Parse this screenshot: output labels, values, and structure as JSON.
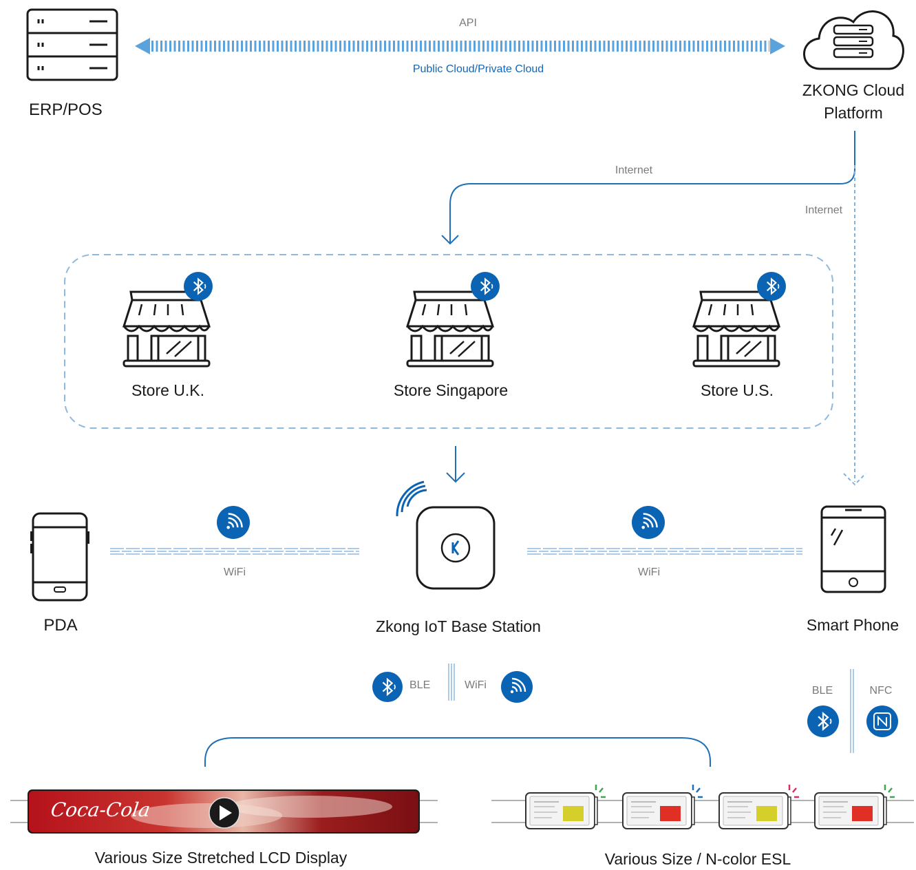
{
  "colors": {
    "accent": "#0b63b4",
    "line": "#1e6fb8",
    "dash": "#8db8df",
    "text": "#1a1a1a",
    "muted": "#7a7a7a"
  },
  "top": {
    "erp_label": "ERP/POS",
    "api_label": "API",
    "cloud_type": "Public Cloud/Private Cloud",
    "cloud_label_line1": "ZKONG Cloud",
    "cloud_label_line2": "Platform"
  },
  "links": {
    "internet_1": "Internet",
    "internet_2": "Internet"
  },
  "stores": [
    {
      "label": "Store U.K."
    },
    {
      "label": "Store Singapore"
    },
    {
      "label": "Store U.S."
    }
  ],
  "devices": {
    "pda_label": "PDA",
    "base_station_label": "Zkong IoT Base Station",
    "smart_phone_label": "Smart Phone",
    "wifi_left": "WiFi",
    "wifi_right": "WiFi"
  },
  "protocols": {
    "ble_base": "BLE",
    "wifi_base": "WiFi",
    "ble_phone": "BLE",
    "nfc_phone": "NFC"
  },
  "bottom": {
    "lcd_label": "Various Size Stretched LCD Display",
    "esl_label": "Various Size / N-color ESL",
    "brand_text": "Coca-Cola"
  },
  "esl_tags": [
    {
      "fill": "#d4cf2a",
      "sparkle": "#3aa84a"
    },
    {
      "fill": "#e03025",
      "sparkle": "#1e6fb8"
    },
    {
      "fill": "#d4cf2a",
      "sparkle": "#d62c6f"
    },
    {
      "fill": "#e03025",
      "sparkle": "#3aa84a"
    }
  ]
}
